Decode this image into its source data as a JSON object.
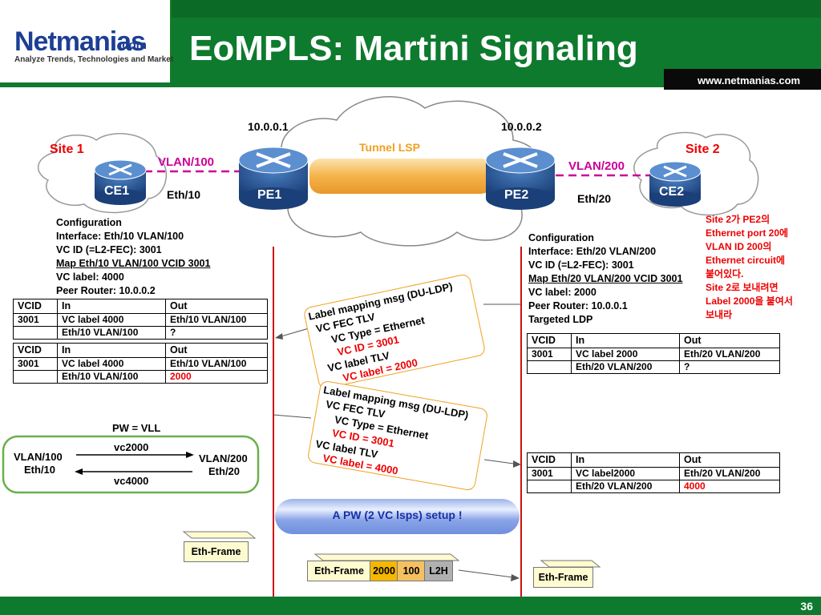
{
  "header": {
    "logo_brand_1": "Net",
    "logo_brand_2": "manias",
    "logo_dotcom": ".com",
    "logo_tagline": "Analyze Trends, Technologies and Market",
    "title": "EoMPLS: Martini Signaling",
    "url": "www.netmanias.com"
  },
  "topology": {
    "site1": "Site 1",
    "site2": "Site 2",
    "ce1": "CE1",
    "ce2": "CE2",
    "pe1": "PE1",
    "pe2": "PE2",
    "pe1_ip": "10.0.0.1",
    "pe2_ip": "10.0.0.2",
    "tunnel": "Tunnel LSP",
    "vlan100": "VLAN/100",
    "vlan200": "VLAN/200",
    "eth10": "Eth/10",
    "eth20": "Eth/20"
  },
  "config_pe1": {
    "l1": "Configuration",
    "l2": "Interface: Eth/10 VLAN/100",
    "l3": "VC ID (=L2-FEC): 3001",
    "l4": "Map Eth/10 VLAN/100 VCID 3001",
    "l5": "VC label: 4000",
    "l6": "Peer Router: 10.0.0.2"
  },
  "config_pe2": {
    "l1": "Configuration",
    "l2": "Interface: Eth/20 VLAN/200",
    "l3": "VC ID (=L2-FEC): 3001",
    "l4": "Map Eth/20 VLAN/200 VCID 3001",
    "l5": "VC label: 2000",
    "l6": "Peer Router: 10.0.0.1",
    "l7": "Targeted LDP"
  },
  "table_headers": {
    "vcid": "VCID",
    "in": "In",
    "out": "Out"
  },
  "tables": {
    "pe1_a": {
      "vcid": "3001",
      "in1": "VC label 4000",
      "out1": "Eth/10 VLAN/100",
      "in2": "Eth/10 VLAN/100",
      "out2": "?"
    },
    "pe1_b": {
      "vcid": "3001",
      "in1": "VC label 4000",
      "out1": "Eth/10 VLAN/100",
      "in2": "Eth/10 VLAN/100",
      "out2": "2000"
    },
    "pe2_a": {
      "vcid": "3001",
      "in1": "VC label 2000",
      "out1": "Eth/20 VLAN/200",
      "in2": "Eth/20 VLAN/200",
      "out2": "?"
    },
    "pe2_b": {
      "vcid": "3001",
      "in1": "VC label2000",
      "out1": "Eth/20 VLAN/200",
      "in2": "Eth/20 VLAN/200",
      "out2": "4000"
    }
  },
  "msg1": {
    "title": "Label mapping msg (DU-LDP)",
    "fec": "VC FEC TLV",
    "type": "VC Type = Ethernet",
    "id": "VC ID = 3001",
    "tlv": "VC label TLV",
    "label": "VC label = 2000"
  },
  "msg2": {
    "title": "Label mapping msg (DU-LDP)",
    "fec": "VC FEC TLV",
    "type": "VC Type = Ethernet",
    "id": "VC ID = 3001",
    "tlv": "VC label TLV",
    "label": "VC label = 4000"
  },
  "korean_note": {
    "l1": "Site 2가 PE2의",
    "l2": "Ethernet port 20에",
    "l3": "VLAN ID 200의",
    "l4": "Ethernet circuit에",
    "l5": "붙어있다.",
    "l6": "Site 2로 보내려면",
    "l7": "Label 2000을 붙여서",
    "l8": "보내라"
  },
  "pw_box": {
    "title": "PW = VLL",
    "left_top": "VLAN/100",
    "left_bottom": "Eth/10",
    "right_top": "VLAN/200",
    "right_bottom": "Eth/20",
    "upper": "vc2000",
    "lower": "vc4000"
  },
  "pw_banner": "A PW (2 VC lsps) setup !",
  "frames": {
    "left": "Eth-Frame",
    "mid": "Eth-Frame",
    "l2000": "2000",
    "l100": "100",
    "l2h": "L2H",
    "right": "Eth-Frame"
  },
  "colors": {
    "header_green": "#0e7a2e",
    "highlight_red": "#e00000",
    "vlan_magenta": "#cc0099",
    "tunnel_orange": "#f5b34a",
    "label_2000_fill": "#f5b800",
    "label_100_fill": "#f5c060",
    "l2h_fill": "#b0b0b0"
  },
  "page_number": "36"
}
